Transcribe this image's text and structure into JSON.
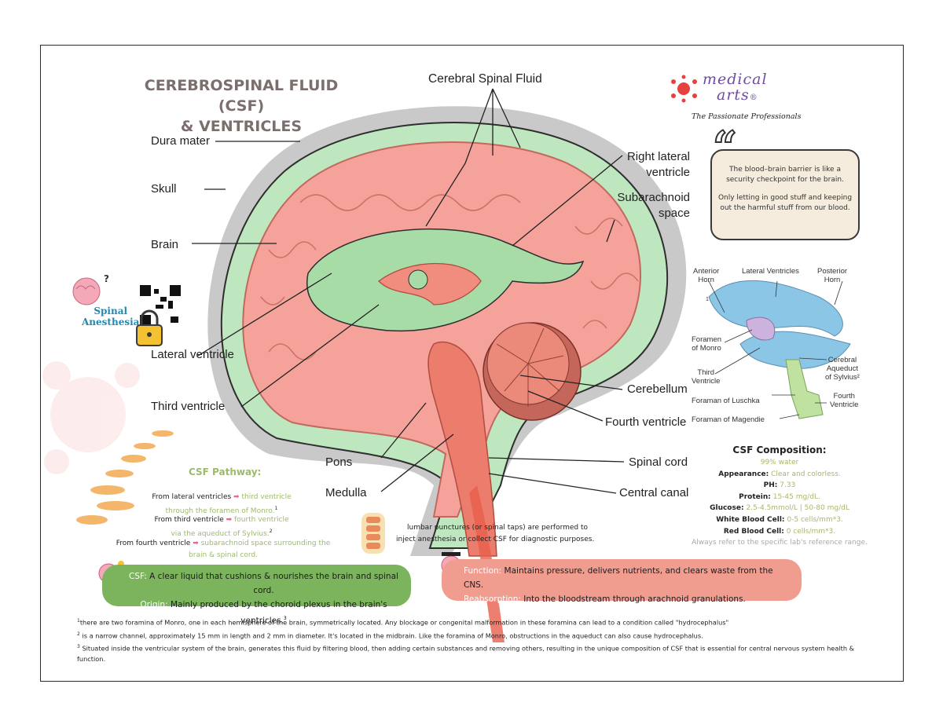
{
  "title": {
    "line1": "CEREBROSPINAL FLUID (CSF)",
    "line2": "& VENTRICLES"
  },
  "logo": {
    "line1": "medical",
    "line2": "arts",
    "mark": "®",
    "tagline": "The Passionate Professionals"
  },
  "labels": {
    "csf": "Cerebral Spinal Fluid",
    "dura": "Dura mater",
    "skull": "Skull",
    "brain": "Brain",
    "lateral_ventricle": "Lateral ventricle",
    "third_ventricle": "Third ventricle",
    "right_lateral_1": "Right lateral",
    "right_lateral_2": "ventricle",
    "subarachnoid_1": "Subarachnoid",
    "subarachnoid_2": "space",
    "cerebellum": "Cerebellum",
    "fourth_ventricle": "Fourth ventricle",
    "pons": "Pons",
    "medulla": "Medulla",
    "spinal_cord": "Spinal cord",
    "central_canal": "Central canal"
  },
  "quote": {
    "line1": "The blood–brain barrier is like a security checkpoint for the brain.",
    "line2": "Only letting in good stuff and keeping out the harmful stuff from our blood."
  },
  "ventricle_diagram": {
    "anterior_horn_1": "Anterior",
    "anterior_horn_2": "Horn",
    "lateral_ventricles": "Lateral Ventricles",
    "posterior_horn_1": "Posterior",
    "posterior_horn_2": "Horn",
    "foramen_monro_1": "Foramen",
    "foramen_monro_2": "of Monro",
    "third_ventricle_1": "Third",
    "third_ventricle_2": "Ventricle",
    "aqueduct_1": "Cerebral",
    "aqueduct_2": "Aqueduct",
    "aqueduct_3": "of Sylvius²",
    "foramen_luschka": "Foraman of Luschka",
    "fourth_ventricle_1": "Fourth",
    "fourth_ventricle_2": "Ventricle",
    "foramen_magendie": "Foraman of Magendie",
    "number_mark": "1"
  },
  "spinal_anesthesia": {
    "line1": "Spinal",
    "line2": "Anesthesia",
    "mark": "?"
  },
  "composition": {
    "title": "CSF Composition:",
    "water": "99% water",
    "appearance_k": "Appearance:",
    "appearance_v": "Clear and colorless.",
    "ph_k": "PH:",
    "ph_v": "7.33",
    "protein_k": "Protein:",
    "protein_v": "15-45 mg/dL.",
    "glucose_k": "Glucose:",
    "glucose_v": "2.5-4.5mmol/L | 50-80 mg/dL",
    "wbc_k": "White Blood Cell:",
    "wbc_v": "0-5 cells/mm*3.",
    "rbc_k": "Red Blood Cell:",
    "rbc_v": "0 cells/mm*3.",
    "note": "Always refer to the specific lab's reference range."
  },
  "pathway": {
    "title": "CSF Pathway:",
    "p1a": "From lateral ventricles",
    "arrow": "➡",
    "p1b": "third ventricle",
    "p1c": "through the foramen of Monro.",
    "p1sup": "1",
    "p2a": "From third ventricle",
    "p2b": "fourth ventricle",
    "p2c": "via the aqueduct of Sylvius.",
    "p2sup": "2",
    "p3a": "From fourth ventricle",
    "p3b": "subarachnoid space surrounding the",
    "p3c": "brain & spinal cord."
  },
  "lumbar": {
    "line1": "lumbar punctures (or spinal taps) are performed to",
    "line2": "inject anesthesia or collect CSF for diagnostic purposes."
  },
  "csf_box": {
    "k1": "CSF:",
    "t1": "A clear liquid that cushions & nourishes the brain and spinal cord.",
    "k2": "Origin:",
    "t2": "Mainly produced by the choroid plexus in the brain's ventricles.",
    "sup": "3"
  },
  "function_box": {
    "k1": "Function:",
    "t1": "Maintains pressure, delivers nutrients, and clears waste from the CNS.",
    "k2": "Reabsorption:",
    "t2": "Into the bloodstream through arachnoid granulations."
  },
  "footnotes": {
    "n1": "1",
    "f1": "there are two foramina of Monro, one in each hemisphere of the brain, symmetrically located. Any blockage or congenital malformation in these foramina can lead to a condition called \"hydrocephalus\"",
    "n2": "2",
    "f2": "is a narrow channel, approximately 15 mm in length and 2 mm in diameter. It's located in the midbrain. Like the foramina of Monro, obstructions in the aqueduct can also cause hydrocephalus.",
    "n3": "3",
    "f3": "Situated inside the ventricular system of the brain, generates this fluid by filtering blood, then adding certain substances and removing others, resulting in the unique composition of CSF that is essential for central nervous system health & function."
  },
  "colors": {
    "skull": "#c9c9c9",
    "csf_green": "#bfe7bf",
    "brain_pink": "#f5a39a",
    "ventricle_green": "#a8dca6",
    "title_grey": "#7b6f6d",
    "green_box": "#7cb45e",
    "red_box": "#f09c8f",
    "quote_bg": "#f5ecdd",
    "lateral_blue": "#8cc6e6",
    "third_purple": "#cbb3de",
    "fourth_green": "#bfe2a0"
  }
}
